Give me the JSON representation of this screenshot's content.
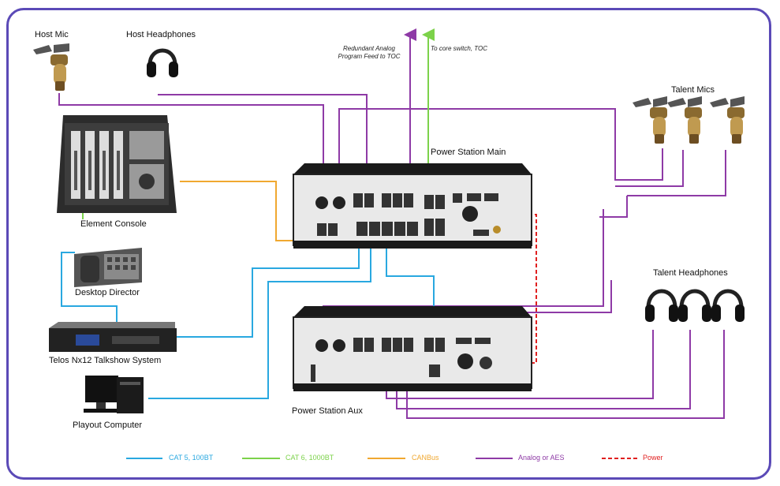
{
  "colors": {
    "cat5": "#29a8e0",
    "cat6": "#7cd24a",
    "canbus": "#f0a830",
    "analog": "#8e3aa6",
    "power": "#e02020",
    "frame": "#5b4ab7"
  },
  "labels": {
    "host_mic": "Host Mic",
    "host_headphones": "Host Headphones",
    "element_console": "Element Console",
    "desktop_director": "Desktop Director",
    "talkshow": "Telos Nx12 Talkshow System",
    "playout": "Playout Computer",
    "power_station_main": "Power Station Main",
    "power_station_aux": "Power Station Aux",
    "talent_mics": "Talent Mics",
    "talent_headphones": "Talent Headphones",
    "toc_feed_line1": "Redundant Analog",
    "toc_feed_line2": "Program Feed to TOC",
    "core_switch": "To core switch, TOC"
  },
  "legend": [
    {
      "label": "CAT 5, 100BT",
      "color": "#29a8e0",
      "style": "solid"
    },
    {
      "label": "CAT 6, 1000BT",
      "color": "#7cd24a",
      "style": "solid"
    },
    {
      "label": "CANBus",
      "color": "#f0a830",
      "style": "solid"
    },
    {
      "label": "Analog or AES",
      "color": "#8e3aa6",
      "style": "solid"
    },
    {
      "label": "Power",
      "color": "#e02020",
      "style": "dashed"
    }
  ],
  "icons": [
    "microphone-icon",
    "headphones-icon",
    "mixing-console-icon",
    "phone-icon",
    "rack-unit-icon",
    "computer-icon"
  ]
}
